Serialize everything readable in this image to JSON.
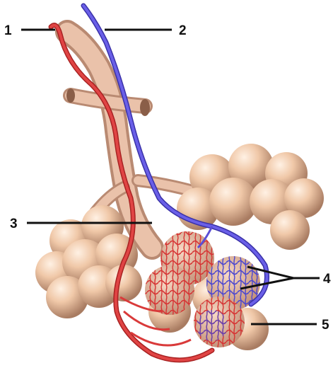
{
  "labels": [
    {
      "id": "1",
      "text": "1"
    },
    {
      "id": "2",
      "text": "2"
    },
    {
      "id": "3",
      "text": "3"
    },
    {
      "id": "4",
      "text": "4"
    },
    {
      "id": "5",
      "text": "5"
    }
  ],
  "colors": {
    "background": "#ffffff",
    "artery": "#d93a3a",
    "vein": "#5b4fd6",
    "alveolus": "#f0c8a8",
    "alveolus_shadow": "#b8876a",
    "bronchiole": "#e2b8a0",
    "leader_line": "#111111"
  }
}
